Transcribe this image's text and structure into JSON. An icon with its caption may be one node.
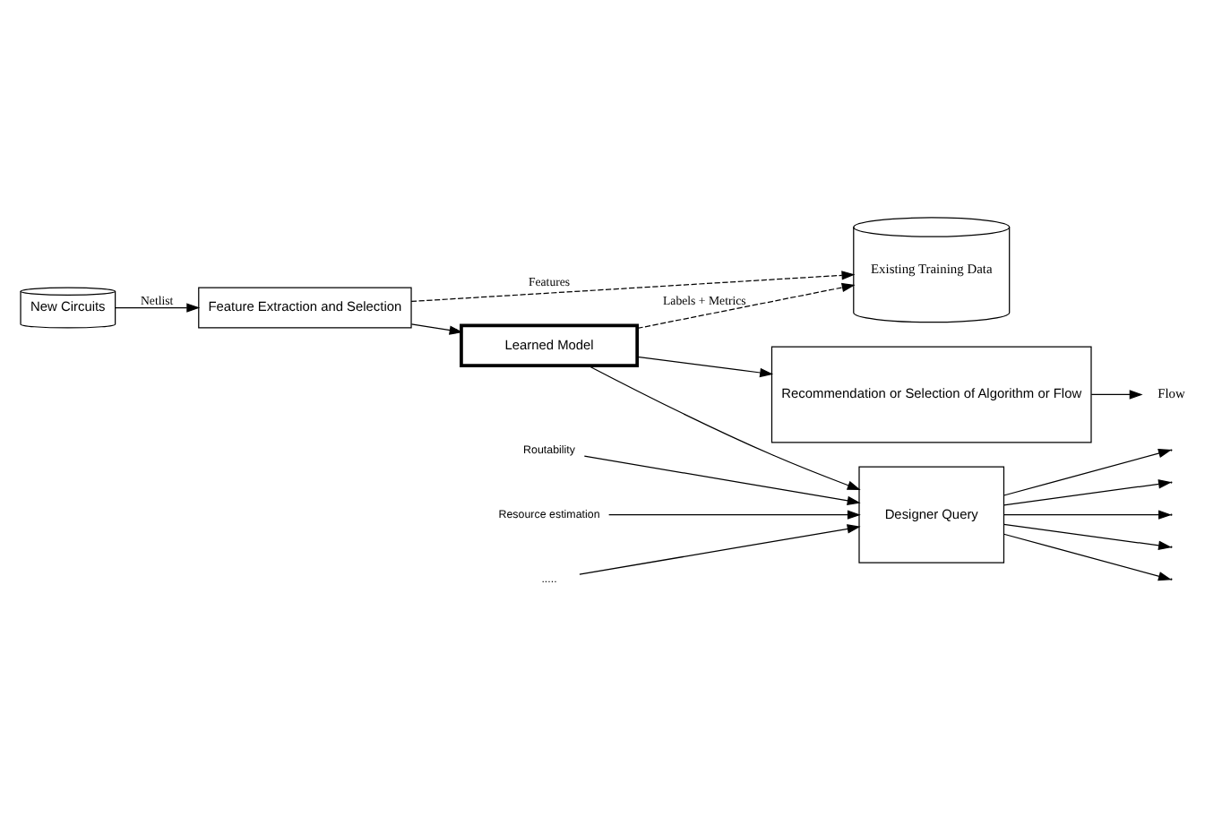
{
  "diagram": {
    "nodes": [
      {
        "text": [
          "New Circuits"
        ]
      },
      {
        "text": [
          "Feature Extraction and Selection"
        ]
      },
      {
        "text": [
          "Existing Training Data"
        ]
      },
      {
        "text": [
          "Learned Model"
        ]
      },
      {
        "text": [
          "Designer Query"
        ]
      },
      {
        "text": [
          "Recommendation or Selection of Algorithm or Flow"
        ]
      },
      {
        "text": [
          "Routability"
        ]
      },
      {
        "text": [
          "Resource estimation"
        ]
      },
      {
        "text": [
          "....."
        ]
      },
      {
        "text": [
          "Flow"
        ]
      }
    ],
    "edges": [
      {
        "from": 0,
        "to": 1,
        "arrow": "to",
        "label": "Netlist"
      },
      {
        "from": 1,
        "to": 3,
        "arrow": "to"
      },
      {
        "from": 1,
        "to": 2,
        "arrow": "to",
        "style": "dashed",
        "label": "Features"
      },
      {
        "from": 3,
        "to": 2,
        "arrow": "to",
        "style": "dashed",
        "label": "Labels + Metrics"
      },
      {
        "from": 3,
        "to": 4,
        "arrow": "to"
      },
      {
        "from": 3,
        "to": 5,
        "arrow": "to"
      },
      {
        "from": 6,
        "to": 4,
        "arrow": "to"
      },
      {
        "from": 7,
        "to": 4,
        "arrow": "to"
      },
      {
        "from": 8,
        "to": 4,
        "arrow": "to"
      },
      {
        "from": 4,
        "to": null,
        "arrow": "to"
      },
      {
        "from": 4,
        "to": null,
        "arrow": "to"
      },
      {
        "from": 4,
        "to": null,
        "arrow": "to"
      },
      {
        "from": 4,
        "to": null,
        "arrow": "to"
      },
      {
        "from": 4,
        "to": null,
        "arrow": "to"
      },
      {
        "from": 5,
        "to": 9,
        "arrow": "to"
      }
    ]
  }
}
